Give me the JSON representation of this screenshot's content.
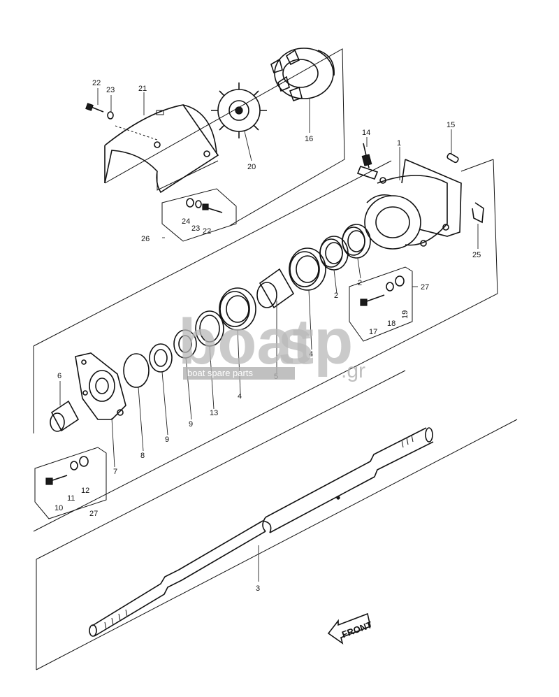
{
  "watermark": {
    "brand_left": "boat",
    "brand_right": "sp",
    "tagline": "boat spare parts",
    "suffix": ".gr"
  },
  "front_label": "FRONT",
  "callouts": [
    {
      "id": "c22a",
      "text": "22"
    },
    {
      "id": "c23a",
      "text": "23"
    },
    {
      "id": "c21",
      "text": "21"
    },
    {
      "id": "c16",
      "text": "16"
    },
    {
      "id": "c20",
      "text": "20"
    },
    {
      "id": "c14",
      "text": "14"
    },
    {
      "id": "c1",
      "text": "1"
    },
    {
      "id": "c15",
      "text": "15"
    },
    {
      "id": "c24",
      "text": "24"
    },
    {
      "id": "c23b",
      "text": "23"
    },
    {
      "id": "c22b",
      "text": "22"
    },
    {
      "id": "c26",
      "text": "26"
    },
    {
      "id": "c25",
      "text": "25"
    },
    {
      "id": "c2a",
      "text": "2"
    },
    {
      "id": "c2b",
      "text": "2"
    },
    {
      "id": "c27a",
      "text": "27"
    },
    {
      "id": "c17",
      "text": "17"
    },
    {
      "id": "c18",
      "text": "18"
    },
    {
      "id": "c19",
      "text": "19"
    },
    {
      "id": "c4a",
      "text": "4"
    },
    {
      "id": "c5",
      "text": "5"
    },
    {
      "id": "c4b",
      "text": "4"
    },
    {
      "id": "c13",
      "text": "13"
    },
    {
      "id": "c9a",
      "text": "9"
    },
    {
      "id": "c9b",
      "text": "9"
    },
    {
      "id": "c8",
      "text": "8"
    },
    {
      "id": "c6",
      "text": "6"
    },
    {
      "id": "c7",
      "text": "7"
    },
    {
      "id": "c10",
      "text": "10"
    },
    {
      "id": "c11",
      "text": "11"
    },
    {
      "id": "c12",
      "text": "12"
    },
    {
      "id": "c27b",
      "text": "27"
    },
    {
      "id": "c3",
      "text": "3"
    }
  ]
}
